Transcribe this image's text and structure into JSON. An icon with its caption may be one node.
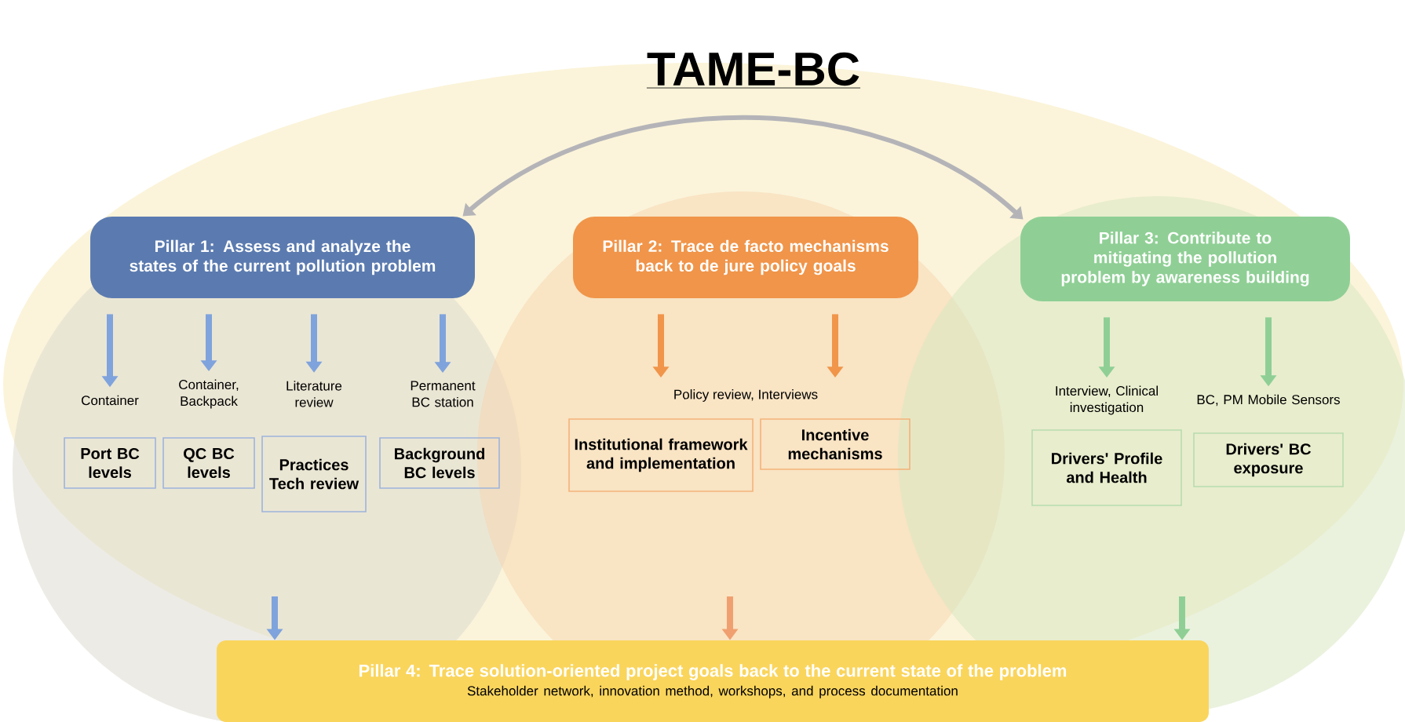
{
  "diagram": {
    "title": "TAME-BC",
    "nodes": [
      {
        "text": [
          "Pillar 1: Assess and analyze the states of the current pollution problem"
        ]
      },
      {
        "text": [
          "Port BC levels"
        ],
        "beside": [
          "Container"
        ]
      },
      {
        "text": [
          "QC BC levels"
        ],
        "beside": [
          "Container, Backpack"
        ]
      },
      {
        "text": [
          "Practices Tech review"
        ],
        "beside": [
          "Literature review"
        ]
      },
      {
        "text": [
          "Background BC levels"
        ],
        "beside": [
          "Permanent BC station"
        ]
      },
      {
        "text": [
          "Pillar 2: Trace de facto mechanisms back to de jure policy goals"
        ]
      },
      {
        "text": [
          "Institutional framework and implementation"
        ]
      },
      {
        "text": [
          "Incentive mechanisms"
        ]
      },
      {
        "text": [
          "Pillar 3: Contribute to mitigating the pollution problem by awareness building"
        ]
      },
      {
        "text": [
          "Drivers' Profile and Health"
        ],
        "beside": [
          "Interview, Clinical investigation"
        ]
      },
      {
        "text": [
          "Drivers' BC exposure"
        ],
        "beside": [
          "BC, PM Mobile Sensors"
        ]
      },
      {
        "text": [
          "Pillar 4: Trace solution-oriented project goals back to the current state of the problem",
          "Stakeholder network, innovation method, workshops, and process documentation"
        ]
      }
    ],
    "edges": [
      {
        "from": 0,
        "to": 1,
        "arrow": "to",
        "color": "#7fa3dc"
      },
      {
        "from": 0,
        "to": 2,
        "arrow": "to",
        "color": "#7fa3dc"
      },
      {
        "from": 0,
        "to": 3,
        "arrow": "to",
        "color": "#7fa3dc"
      },
      {
        "from": 0,
        "to": 4,
        "arrow": "to",
        "color": "#7fa3dc"
      },
      {
        "from": 5,
        "to": 6,
        "arrow": "to",
        "color": "#f0954a"
      },
      {
        "from": 5,
        "to": 7,
        "arrow": "to",
        "color": "#f0954a"
      },
      {
        "from": 8,
        "to": 9,
        "arrow": "to",
        "color": "#8fcf95"
      },
      {
        "from": 8,
        "to": 10,
        "arrow": "to",
        "color": "#8fcf95"
      },
      {
        "from": 0,
        "to": 8,
        "arrow": "both",
        "color": "#b4b4b8"
      },
      {
        "from": null,
        "to": 11,
        "arrow": "to",
        "color": "#7fa3dc"
      },
      {
        "from": null,
        "to": 11,
        "arrow": "to",
        "color": "#f0a070"
      },
      {
        "from": null,
        "to": 11,
        "arrow": "to",
        "color": "#8fcf95"
      }
    ],
    "labels": [
      "Policy review, Interviews"
    ]
  }
}
